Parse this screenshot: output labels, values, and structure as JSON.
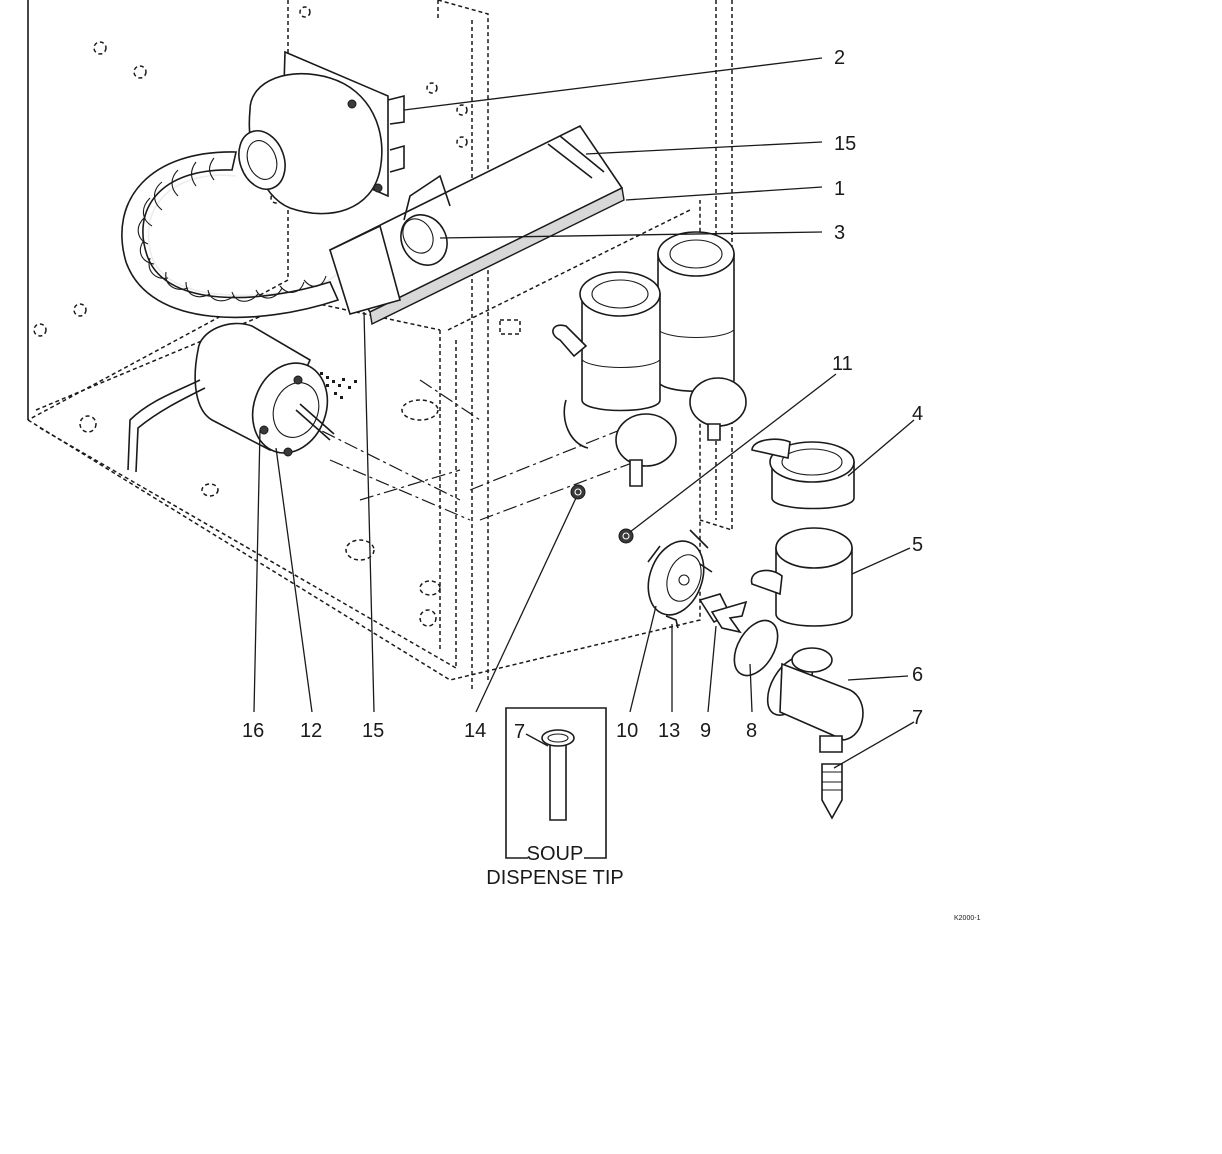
{
  "callouts": [
    {
      "id": "c2",
      "text": "2"
    },
    {
      "id": "c15a",
      "text": "15"
    },
    {
      "id": "c1",
      "text": "1"
    },
    {
      "id": "c3",
      "text": "3"
    },
    {
      "id": "c11",
      "text": "11"
    },
    {
      "id": "c4",
      "text": "4"
    },
    {
      "id": "c5",
      "text": "5"
    },
    {
      "id": "c6",
      "text": "6"
    },
    {
      "id": "c7",
      "text": "7"
    },
    {
      "id": "c16",
      "text": "16"
    },
    {
      "id": "c12",
      "text": "12"
    },
    {
      "id": "c15b",
      "text": "15"
    },
    {
      "id": "c14",
      "text": "14"
    },
    {
      "id": "c10",
      "text": "10"
    },
    {
      "id": "c13",
      "text": "13"
    },
    {
      "id": "c9",
      "text": "9"
    },
    {
      "id": "c8",
      "text": "8"
    }
  ],
  "inset": {
    "part_number": "7",
    "caption_line1": "SOUP",
    "caption_line2": "DISPENSE TIP"
  },
  "figure_code": "K2000-1"
}
